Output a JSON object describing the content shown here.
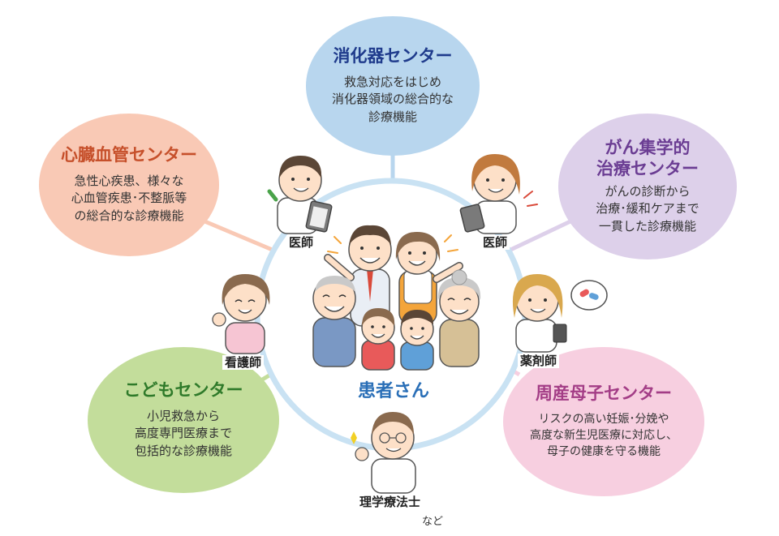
{
  "centers": {
    "digestive": {
      "title": "消化器センター",
      "desc": "救急対応をはじめ\n消化器領域の総合的な\n診療機能",
      "color": "#b8d6ee",
      "title_color": "#1f3b8c"
    },
    "cardio": {
      "title": "心臓血管センター",
      "desc": "急性心疾患、様々な\n心血管疾患･不整脈等\nの総合的な診療機能",
      "color": "#f9c9b5",
      "title_color": "#c6502b"
    },
    "cancer": {
      "title": "がん集学的\n治療センター",
      "desc": "がんの診断から\n治療･緩和ケアまで\n一貫した診療機能",
      "color": "#ddd0ea",
      "title_color": "#6b3d93"
    },
    "children": {
      "title": "こどもセンター",
      "desc": "小児救急から\n高度専門医療まで\n包括的な診療機能",
      "color": "#c3dd9b",
      "title_color": "#2f7a2a"
    },
    "perinatal": {
      "title": "周産母子センター",
      "desc": "リスクの高い妊娠･分娩や\n高度な新生児医療に対応し、\n母子の健康を守る機能",
      "color": "#f7cfe0",
      "title_color": "#a33d86"
    }
  },
  "patient_label": "患者さん",
  "roles": {
    "doctor_left": "医師",
    "doctor_right": "医師",
    "nurse": "看護師",
    "pharmacist": "薬剤師",
    "therapist": "理学療法士"
  },
  "etc_label": "など",
  "colors": {
    "ring": "#c9e2f3",
    "skin": "#fde0c8",
    "hair_dark": "#5b4636",
    "hair_light": "#8a6a4e",
    "hair_gray": "#c9c9c9",
    "coat": "#ffffff",
    "pink_top": "#f6c5d3"
  }
}
